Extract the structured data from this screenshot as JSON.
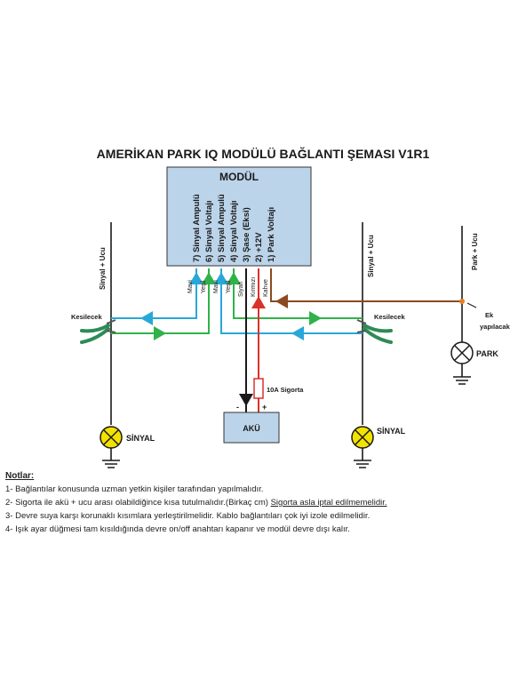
{
  "title": "AMERİKAN PARK IQ MODÜLÜ BAĞLANTI ŞEMASI V1R1",
  "module": {
    "title": "MODÜL",
    "pins": [
      "7) Sinyal Ampulü",
      "6) Sinyal Voltajı",
      "5) Sinyal Ampulü",
      "4) Sinyal Voltajı",
      "3) Şase (Eksi)",
      "2) +12V",
      "1) Park Voltajı"
    ]
  },
  "wires": {
    "mavi_left": "Mavi",
    "yesil_left": "Yeşil",
    "mavi_right": "Mavi",
    "yesil_right": "Yeşil",
    "siyah": "Siyah",
    "kirmizi": "Kırmızı",
    "kahve": "Kahve"
  },
  "labels": {
    "sinyal_ucu_left": "Sinyal + Ucu",
    "sinyal_ucu_right": "Sinyal + Ucu",
    "park_ucu": "Park + Ucu",
    "kesilecek_left": "Kesilecek",
    "kesilecek_right": "Kesilecek",
    "ek_1": "Ek",
    "ek_2": "yapılacak",
    "park": "PARK",
    "sinyal_left": "SİNYAL",
    "sinyal_right": "SİNYAL",
    "sigorta": "10A Sigorta",
    "aku": "AKÜ",
    "minus": "-",
    "plus": "+"
  },
  "colors": {
    "blue": "#29a8d8",
    "green": "#2fb24a",
    "black": "#1a1a1a",
    "red": "#d9312b",
    "brown": "#8b4a1f",
    "module_fill": "#bcd4ea",
    "battery_fill": "#bcd4ea",
    "bulb_fill": "#f3e200"
  },
  "notes": {
    "header": "Notlar:",
    "items": [
      {
        "text": "1- Bağlantılar konusunda uzman yetkin kişiler tarafından yapılmalıdır.",
        "emph": ""
      },
      {
        "text": "2- Sigorta ile akü + ucu arası olabildiğince kısa tutulmalıdır.(Birkaç cm) ",
        "emph": "Sigorta asla iptal edilmemelidir."
      },
      {
        "text": "3- Devre suya karşı korunaklı kısımlara yerleştirilmelidir. Kablo bağlantıları çok iyi izole edilmelidir.",
        "emph": ""
      },
      {
        "text": "4- Işık ayar düğmesi tam kısıldığında devre on/off anahtarı kapanır ve modül devre dışı kalır.",
        "emph": ""
      }
    ]
  }
}
